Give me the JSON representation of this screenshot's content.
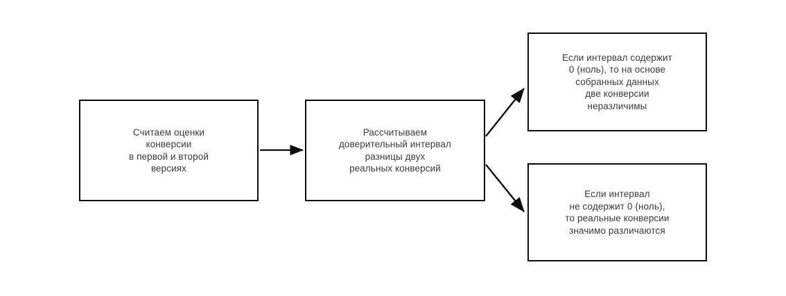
{
  "diagram": {
    "type": "flowchart",
    "orientation": "left-to-right",
    "background_color": "#ffffff",
    "box_border_color": "#0c0c0c",
    "text_color": "#3b3b3b",
    "arrow_color": "#0c0c0c",
    "nodes": [
      {
        "id": "estimate",
        "name": "node-estimate",
        "text": "Считаем оценки\nконверсии\nв первой и второй\nверсиях"
      },
      {
        "id": "interval",
        "name": "node-interval",
        "text": "Рассчитываем\nдоверительный интервал\nразницы двух\nреальных конверсий"
      },
      {
        "id": "contains-zero",
        "name": "node-contains-zero",
        "text": "Если интервал содержит\n0 (ноль), то на основе\nсобранных данных\nдве конверсии\nнеразличимы"
      },
      {
        "id": "not-contains-zero",
        "name": "node-not-contains-zero",
        "text": "Если интервал\nне содержит 0 (ноль),\nто реальные конверсии\nзначимо различаются"
      }
    ],
    "edges": [
      {
        "id": "estimate-to-interval",
        "name": "arrow-estimate-to-interval",
        "from": "estimate",
        "to": "interval",
        "style": "straight"
      },
      {
        "id": "interval-to-contains-zero",
        "name": "arrow-interval-to-contains-zero",
        "from": "interval",
        "to": "contains-zero",
        "style": "diagonal-up"
      },
      {
        "id": "interval-to-not-contains-zero",
        "name": "arrow-interval-to-not-contains-zero",
        "from": "interval",
        "to": "not-contains-zero",
        "style": "diagonal-down"
      }
    ]
  }
}
